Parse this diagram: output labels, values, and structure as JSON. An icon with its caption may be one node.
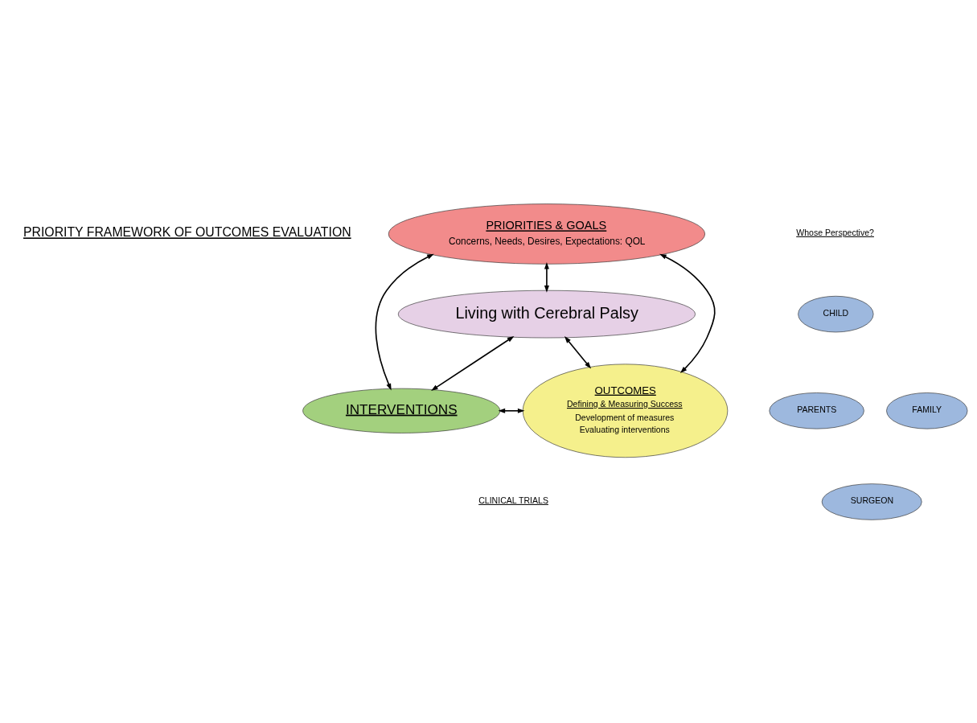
{
  "diagram": {
    "nodes": [
      {
        "text": [
          "PRIORITIES & GOALS",
          "Concerns, Needs, Desires, Expectations: QOL"
        ]
      },
      {
        "text": [
          "Living with Cerebral Palsy"
        ]
      },
      {
        "text": [
          "INTERVENTIONS"
        ]
      },
      {
        "text": [
          "OUTCOMES",
          "Defining & Measuring Success",
          "Development of measures",
          "Evaluating interventions"
        ]
      },
      {
        "text": [
          "CHILD"
        ]
      },
      {
        "text": [
          "PARENTS"
        ]
      },
      {
        "text": [
          "FAMILY"
        ]
      },
      {
        "text": [
          "SURGEON"
        ]
      }
    ],
    "edges": [
      {
        "from": 0,
        "to": 2,
        "arrow": "both"
      },
      {
        "from": 0,
        "to": 1,
        "arrow": "both"
      },
      {
        "from": 0,
        "to": 3,
        "arrow": "both"
      },
      {
        "from": 1,
        "to": 2,
        "arrow": "both"
      },
      {
        "from": 1,
        "to": 3,
        "arrow": "both"
      },
      {
        "from": 2,
        "to": 3,
        "arrow": "both"
      }
    ],
    "labels": [
      "PRIORITY FRAMEWORK OF OUTCOMES EVALUATION",
      "Whose Perspective?",
      "CLINICAL TRIALS"
    ]
  }
}
